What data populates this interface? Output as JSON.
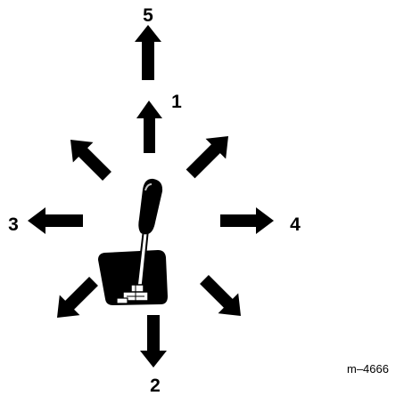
{
  "colors": {
    "ink": "#000000",
    "paper": "#ffffff",
    "highlight": "#bfbfbf"
  },
  "labels": {
    "position_1": "1",
    "position_2": "2",
    "position_3": "3",
    "position_4": "4",
    "position_5": "5"
  },
  "figure_reference": "m–4666",
  "icons": {
    "lever": "control-lever-icon",
    "arrows": "direction-arrow-icon"
  }
}
